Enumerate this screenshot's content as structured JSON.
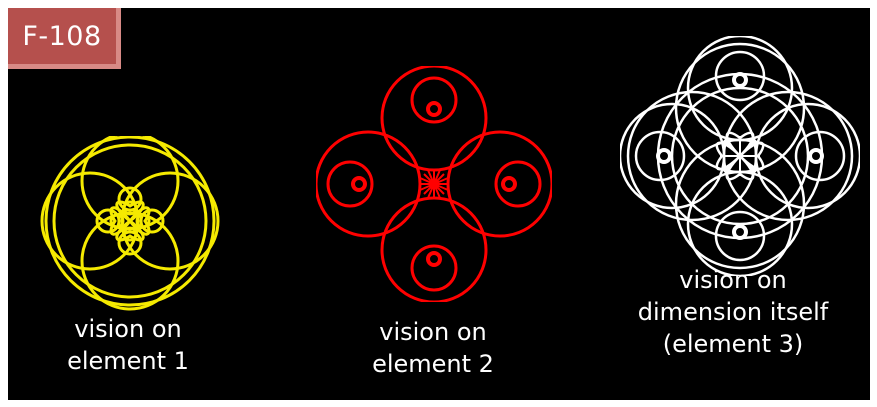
{
  "badge": {
    "label": "F-108",
    "color": "#b5504d"
  },
  "figures": [
    {
      "color": "#f5ea00",
      "caption_line1": "vision on",
      "caption_line2": "element 1"
    },
    {
      "color": "#ff0000",
      "caption_line1": "vision on",
      "caption_line2": "element 2"
    },
    {
      "color": "#ffffff",
      "caption_line1": "vision on",
      "caption_line2": "dimension itself",
      "caption_line3": "(element 3)"
    }
  ]
}
